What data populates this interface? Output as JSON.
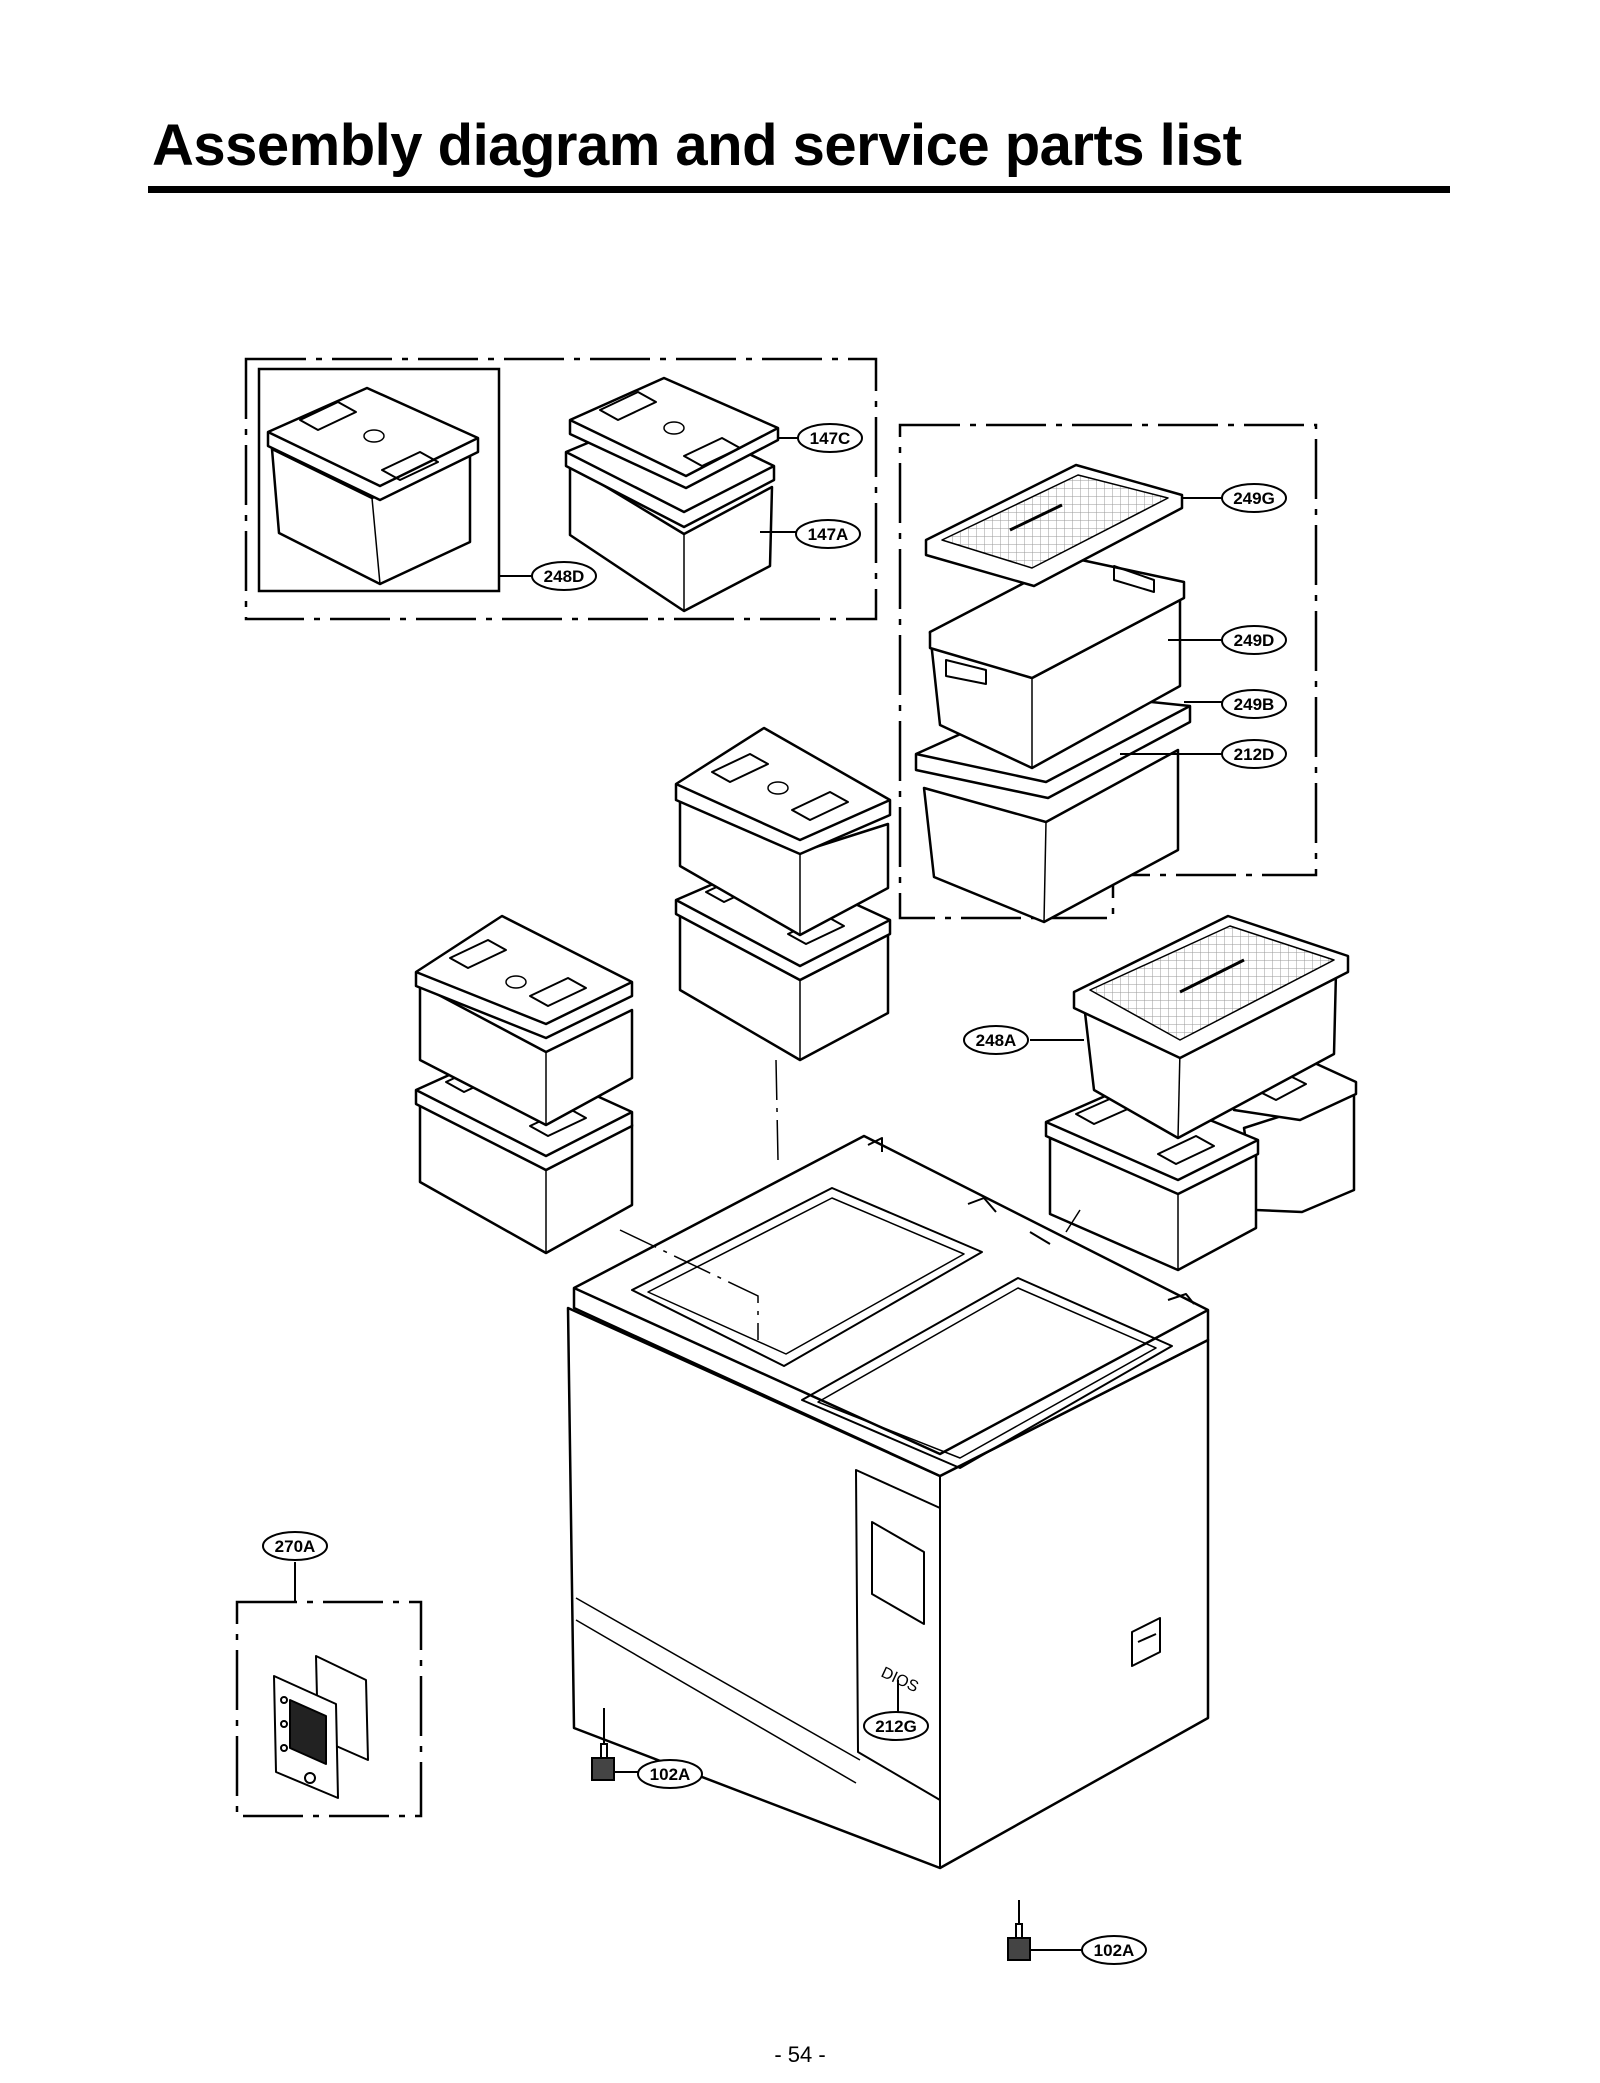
{
  "page": {
    "title": "Assembly diagram and service parts list",
    "page_number": "- 54 -",
    "brand_mark": "DIOS"
  },
  "callouts": [
    {
      "id": "147C",
      "label": "147C"
    },
    {
      "id": "147A",
      "label": "147A"
    },
    {
      "id": "248D",
      "label": "248D"
    },
    {
      "id": "249G",
      "label": "249G"
    },
    {
      "id": "249D",
      "label": "249D"
    },
    {
      "id": "249B",
      "label": "249B"
    },
    {
      "id": "212D",
      "label": "212D"
    },
    {
      "id": "248A",
      "label": "248A"
    },
    {
      "id": "270A",
      "label": "270A"
    },
    {
      "id": "212G",
      "label": "212G"
    },
    {
      "id": "102A-left",
      "label": "102A"
    },
    {
      "id": "102A-right",
      "label": "102A"
    }
  ],
  "colors": {
    "ink": "#000000",
    "paper": "#ffffff",
    "lid_grid": "#dcdcdc"
  }
}
